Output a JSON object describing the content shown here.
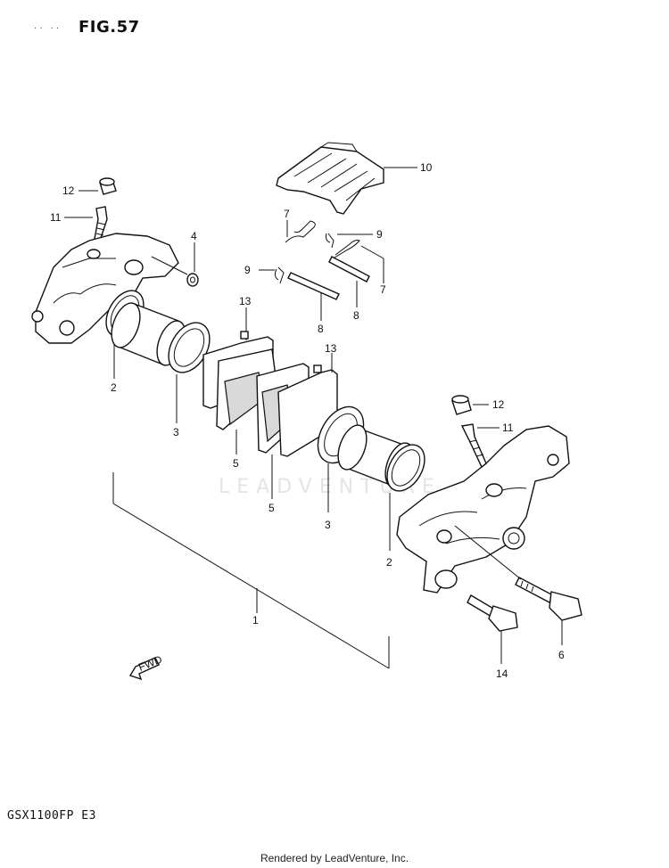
{
  "figure": {
    "title": "FIG.57",
    "model_code": "GSX1100FP  E3",
    "footer": "Rendered by LeadVenture, Inc.",
    "watermark": "LEADVENTURE",
    "direction_mark": "FWD"
  },
  "callouts": {
    "c1": "1",
    "c2a": "2",
    "c2b": "2",
    "c3a": "3",
    "c3b": "3",
    "c4": "4",
    "c5a": "5",
    "c5b": "5",
    "c6": "6",
    "c7a": "7",
    "c7b": "7",
    "c8a": "8",
    "c8b": "8",
    "c9a": "9",
    "c9b": "9",
    "c10": "10",
    "c11a": "11",
    "c11b": "11",
    "c12a": "12",
    "c12b": "12",
    "c13a": "13",
    "c13b": "13",
    "c14": "14"
  }
}
